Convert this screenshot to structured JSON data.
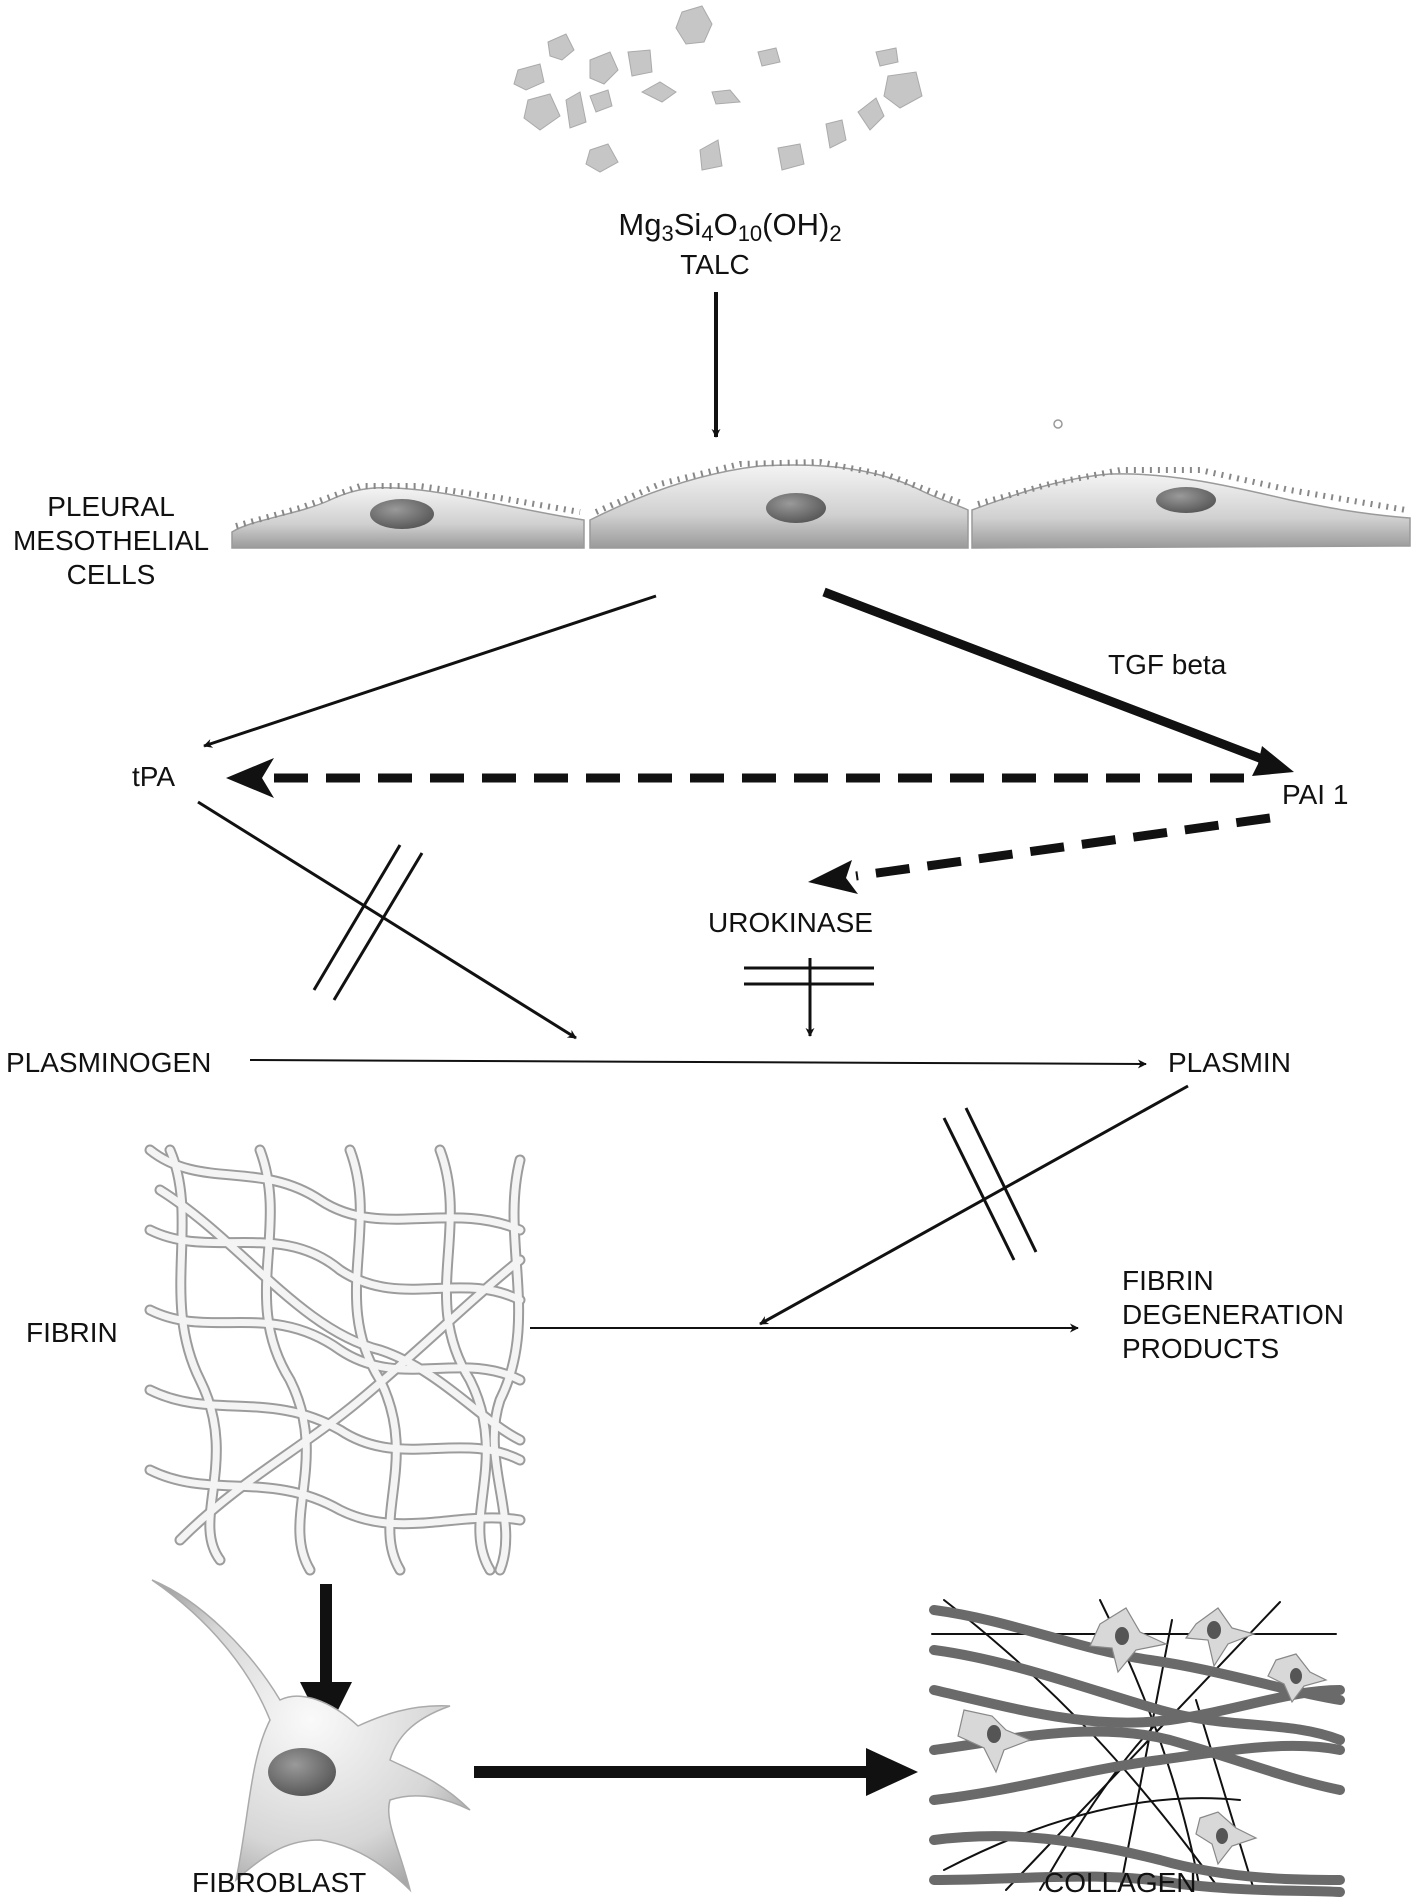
{
  "formula": {
    "parts": [
      {
        "text": "Mg",
        "sub": false
      },
      {
        "text": "3",
        "sub": true
      },
      {
        "text": "Si",
        "sub": false
      },
      {
        "text": "4",
        "sub": true
      },
      {
        "text": "O",
        "sub": false
      },
      {
        "text": "10",
        "sub": true
      },
      {
        "text": "(OH)",
        "sub": false
      },
      {
        "text": "2",
        "sub": true
      }
    ]
  },
  "labels": {
    "talc": "TALC",
    "pleural": [
      "PLEURAL",
      "MESOTHELIAL",
      "CELLS"
    ],
    "tgf_beta": "TGF beta",
    "tpa": "tPA",
    "pai1": "PAI 1",
    "urokinase": "UROKINASE",
    "plasminogen": "PLASMINOGEN",
    "plasmin": "PLASMIN",
    "fibrin": "FIBRIN",
    "fdp": [
      "FIBRIN",
      "DEGENERATION",
      "PRODUCTS"
    ],
    "fibroblast": "FIBROBLAST",
    "collagen": "COLLAGEN"
  },
  "colors": {
    "ink": "#111111",
    "cell_fill": "#d4d4d4",
    "nucleus": "#6e6e6e",
    "fibrin_strand": "#f2f2f2",
    "collagen_fiber": "#6a6a6a",
    "talc_particle": "#c8c8c8"
  }
}
